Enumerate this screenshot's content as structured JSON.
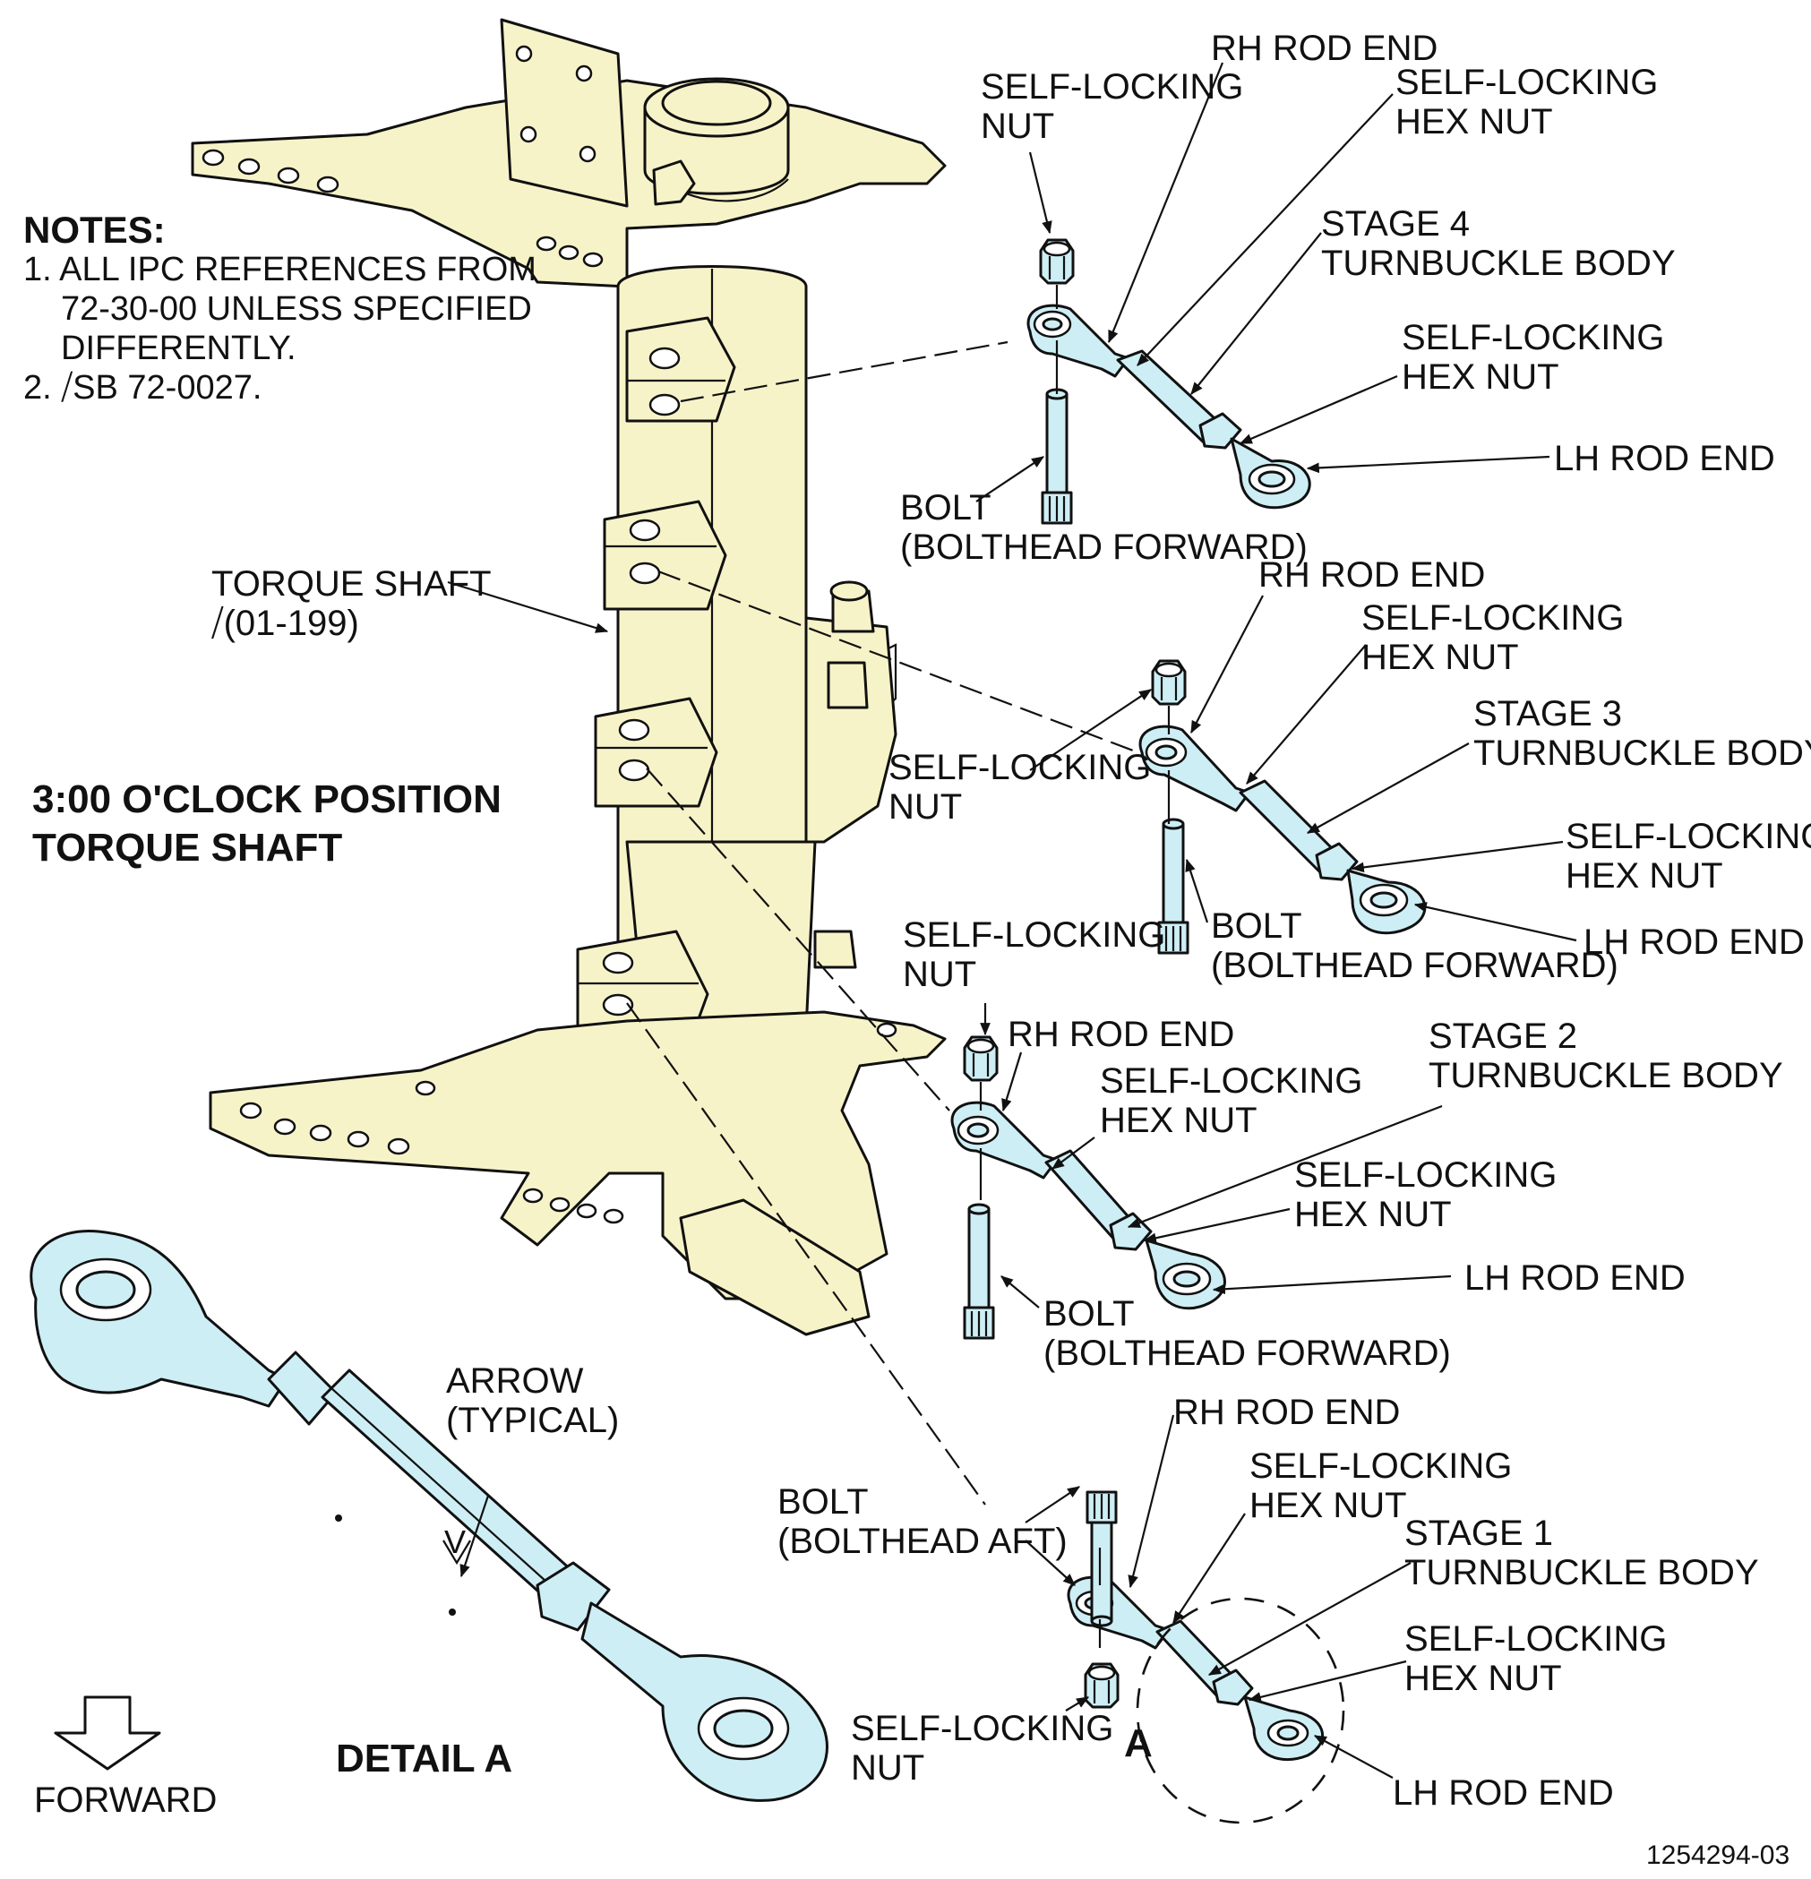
{
  "notes": {
    "heading": "NOTES:",
    "lines": [
      "1. ALL IPC REFERENCES FROM",
      "72-30-00 UNLESS SPECIFIED",
      "DIFFERENTLY.",
      "2. ⧸SB 72-0027."
    ]
  },
  "view_title": [
    "3:00 O'CLOCK POSITION",
    "TORQUE SHAFT"
  ],
  "torque_shaft": [
    "TORQUE SHAFT",
    "⧸(01-199)"
  ],
  "stage4": {
    "self_locking_nut": [
      "SELF-LOCKING",
      "NUT"
    ],
    "rh_rod_end": "RH ROD END",
    "hex_nut_upper": [
      "SELF-LOCKING",
      "HEX NUT"
    ],
    "turnbuckle": [
      "STAGE 4",
      "TURNBUCKLE BODY"
    ],
    "hex_nut_lower": [
      "SELF-LOCKING",
      "HEX NUT"
    ],
    "lh_rod_end": "LH ROD END",
    "bolt": [
      "BOLT",
      "(BOLTHEAD FORWARD)"
    ]
  },
  "stage3": {
    "rh_rod_end": "RH ROD END",
    "hex_nut_upper": [
      "SELF-LOCKING",
      "HEX NUT"
    ],
    "turnbuckle": [
      "STAGE 3",
      "TURNBUCKLE BODY"
    ],
    "self_locking_nut": [
      "SELF-LOCKING",
      "NUT"
    ],
    "hex_nut_lower": [
      "SELF-LOCKING",
      "HEX NUT"
    ],
    "lh_rod_end": "LH ROD END",
    "bolt": [
      "BOLT",
      "(BOLTHEAD FORWARD)"
    ]
  },
  "stage2": {
    "self_locking_nut": [
      "SELF-LOCKING",
      "NUT"
    ],
    "rh_rod_end": "RH ROD END",
    "hex_nut_upper": [
      "SELF-LOCKING",
      "HEX NUT"
    ],
    "turnbuckle": [
      "STAGE 2",
      "TURNBUCKLE BODY"
    ],
    "hex_nut_lower": [
      "SELF-LOCKING",
      "HEX NUT"
    ],
    "lh_rod_end": "LH ROD END",
    "bolt": [
      "BOLT",
      "(BOLTHEAD FORWARD)"
    ]
  },
  "stage1": {
    "rh_rod_end": "RH ROD END",
    "hex_nut_upper": [
      "SELF-LOCKING",
      "HEX NUT"
    ],
    "bolt": [
      "BOLT",
      "(BOLTHEAD AFT)"
    ],
    "turnbuckle": [
      "STAGE 1",
      "TURNBUCKLE BODY"
    ],
    "hex_nut_lower": [
      "SELF-LOCKING",
      "HEX NUT"
    ],
    "self_locking_nut": [
      "SELF-LOCKING",
      "NUT"
    ],
    "lh_rod_end": "LH ROD END",
    "detail_callout": "A"
  },
  "detail": {
    "arrow": [
      "ARROW",
      "(TYPICAL)"
    ],
    "title": "DETAIL A",
    "arrow_mark": "V"
  },
  "forward": "FORWARD",
  "figure_id": "1254294-03",
  "colors": {
    "shaft": "#f7f3c8",
    "turnbuckle": "#cdeef4",
    "line": "#111111"
  }
}
